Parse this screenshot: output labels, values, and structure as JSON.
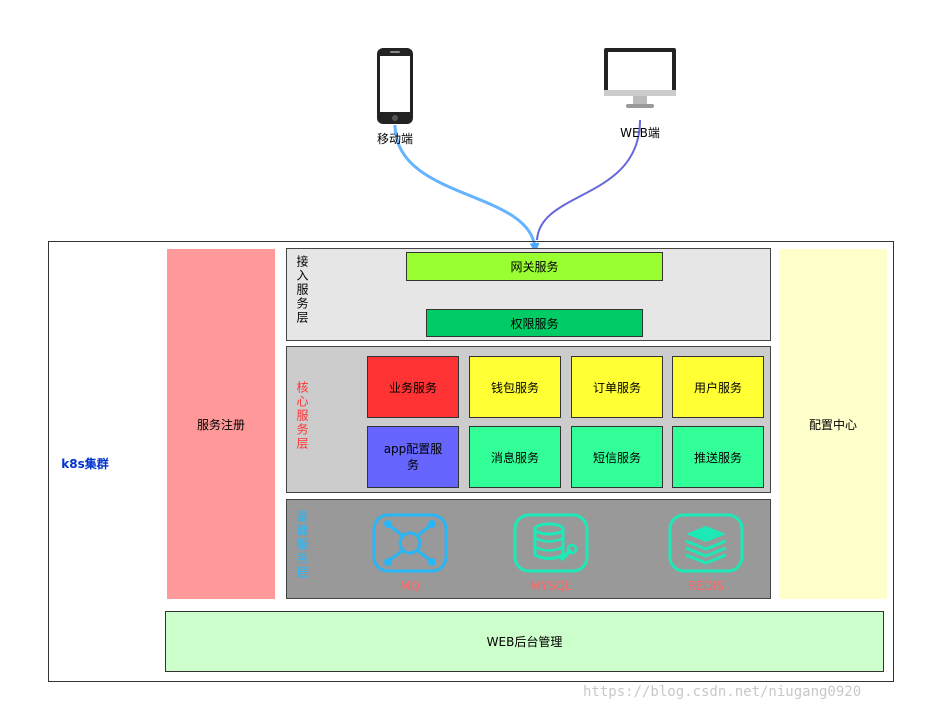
{
  "clients": {
    "mobile_label": "移动端",
    "web_label": "WEB端"
  },
  "cluster": {
    "label": "k8s集群",
    "registry_label": "服务注册",
    "config_label": "配置中心",
    "admin_label": "WEB后台管理"
  },
  "layers": {
    "access": {
      "title": "接入服务层",
      "gateway": "网关服务",
      "auth": "权限服务"
    },
    "core": {
      "title": "核心服务层",
      "services": [
        {
          "label": "业务服务",
          "color": "#ff3333"
        },
        {
          "label": "钱包服务",
          "color": "#ffff33"
        },
        {
          "label": "订单服务",
          "color": "#ffff33"
        },
        {
          "label": "用户服务",
          "color": "#ffff33"
        },
        {
          "label": "app配置服务",
          "color": "#6666ff"
        },
        {
          "label": "消息服务",
          "color": "#33ff99"
        },
        {
          "label": "短信服务",
          "color": "#33ff99"
        },
        {
          "label": "推送服务",
          "color": "#33ff99"
        }
      ]
    },
    "base": {
      "title": "基础服务层",
      "components": [
        {
          "label": "MQ",
          "icon": "mq-network-icon",
          "color": "#29b6f6"
        },
        {
          "label": "MYSQL",
          "icon": "database-icon",
          "color": "#1de9b6"
        },
        {
          "label": "REDIS",
          "icon": "layers-stack-icon",
          "color": "#1de9b6"
        }
      ]
    }
  },
  "watermark": "https://blog.csdn.net/niugang0920",
  "colors": {
    "registry": "#ff9999",
    "config": "#ffffcc",
    "admin": "#ccffcc",
    "gateway": "#99ff33",
    "auth": "#00cc66",
    "access_bg": "#e6e6e6",
    "core_bg": "#cccccc",
    "base_bg": "#999999",
    "mobile_line": "#66b3ff",
    "web_line": "#6666dd"
  }
}
